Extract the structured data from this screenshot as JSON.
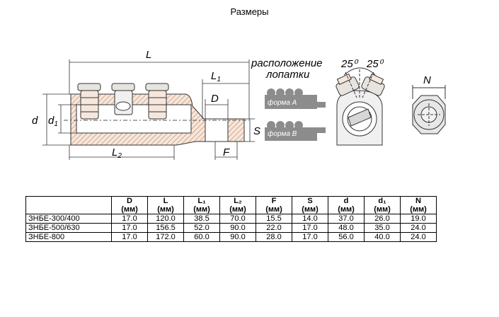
{
  "title": "Размеры",
  "drawing": {
    "dims": {
      "L": "L",
      "L1": "L",
      "L1_sub": "1",
      "L2": "L",
      "L2_sub": "2",
      "D": "D",
      "F": "F",
      "S": "S",
      "d": "d",
      "d1": "d",
      "d1_sub": "1",
      "N": "N"
    },
    "angle_left": "25⁰",
    "angle_right": "25⁰",
    "orientation_caption_line1": "расположение",
    "orientation_caption_line2": "лопатки",
    "form_a": "форма А",
    "form_b": "форма В"
  },
  "table": {
    "headers": [
      {
        "name": "D",
        "unit": "(мм)"
      },
      {
        "name": "L",
        "unit": "(мм)"
      },
      {
        "name": "L₁",
        "unit": "(мм)"
      },
      {
        "name": "L₂",
        "unit": "(мм)"
      },
      {
        "name": "F",
        "unit": "(мм)"
      },
      {
        "name": "S",
        "unit": "(мм)"
      },
      {
        "name": "d",
        "unit": "(мм)"
      },
      {
        "name": "d₁",
        "unit": "(мм)"
      },
      {
        "name": "N",
        "unit": "(мм)"
      }
    ],
    "rows": [
      {
        "name": "ЗНБЕ-300/400",
        "values": [
          "17.0",
          "120.0",
          "38.5",
          "70.0",
          "15.5",
          "14.0",
          "37.0",
          "26.0",
          "19.0"
        ]
      },
      {
        "name": "ЗНБЕ-500/630",
        "values": [
          "17.0",
          "156.5",
          "52.0",
          "90.0",
          "22.0",
          "17.0",
          "48.0",
          "35.0",
          "24.0"
        ]
      },
      {
        "name": "ЗНБЕ-800",
        "values": [
          "17.0",
          "172.0",
          "60.0",
          "90.0",
          "28.0",
          "17.0",
          "56.0",
          "40.0",
          "24.0"
        ]
      }
    ]
  }
}
